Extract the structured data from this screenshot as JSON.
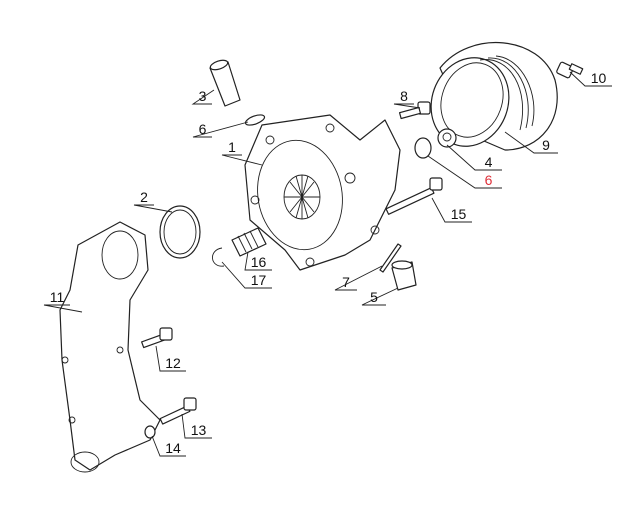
{
  "diagram": {
    "title": "Water pump exploded parts diagram",
    "highlight_color": "#e0303a",
    "callouts": [
      {
        "id": "c10",
        "label": "10",
        "highlight": false
      },
      {
        "id": "c9",
        "label": "9",
        "highlight": false
      },
      {
        "id": "c8",
        "label": "8",
        "highlight": false
      },
      {
        "id": "c3",
        "label": "3",
        "highlight": false
      },
      {
        "id": "c6a",
        "label": "6",
        "highlight": false
      },
      {
        "id": "c1",
        "label": "1",
        "highlight": false
      },
      {
        "id": "c4",
        "label": "4",
        "highlight": false
      },
      {
        "id": "c6b",
        "label": "6",
        "highlight": true
      },
      {
        "id": "c15",
        "label": "15",
        "highlight": false
      },
      {
        "id": "c2",
        "label": "2",
        "highlight": false
      },
      {
        "id": "c16",
        "label": "16",
        "highlight": false
      },
      {
        "id": "c17",
        "label": "17",
        "highlight": false
      },
      {
        "id": "c7",
        "label": "7",
        "highlight": false
      },
      {
        "id": "c5",
        "label": "5",
        "highlight": false
      },
      {
        "id": "c11",
        "label": "11",
        "highlight": false
      },
      {
        "id": "c12",
        "label": "12",
        "highlight": false
      },
      {
        "id": "c13",
        "label": "13",
        "highlight": false
      },
      {
        "id": "c14",
        "label": "14",
        "highlight": false
      }
    ]
  }
}
